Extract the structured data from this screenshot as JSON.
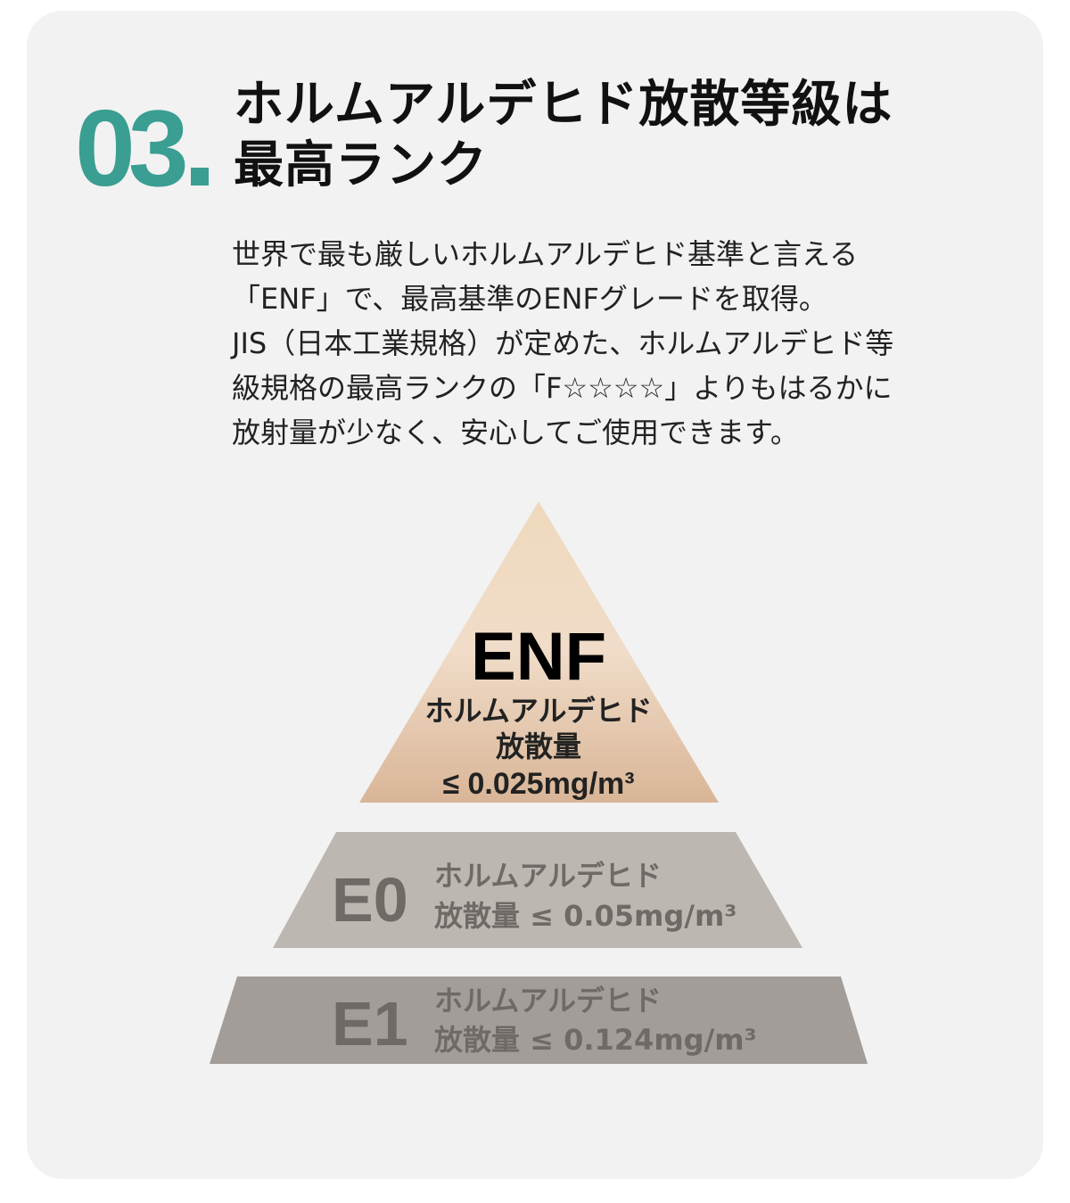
{
  "section": {
    "number": "03",
    "title_line1": "ホルムアルデヒド放散等級は",
    "title_line2": "最高ランク",
    "body": "世界で最も厳しいホルムアルデヒド基準と言える\n「ENF」で、最高基準のENFグレードを取得。\nJIS（日本工業規格）が定めた、ホルムアルデヒド等\n級規格の最高ランクの「F☆☆☆☆」よりもはるかに\n放射量が少なく、安心してご使用できます。"
  },
  "pyramid": {
    "top": {
      "grade": "ENF",
      "line1": "ホルムアルデヒド",
      "line2": "放散量",
      "line3": "≤ 0.025mg/m³"
    },
    "middle": {
      "grade": "E0",
      "line1": "ホルムアルデヒド",
      "line2": "放散量 ≤ 0.05mg/m³"
    },
    "bottom": {
      "grade": "E1",
      "line1": "ホルムアルデヒド",
      "line2": "放散量 ≤ 0.124mg/m³"
    }
  },
  "colors": {
    "accent": "#3a9e92"
  }
}
